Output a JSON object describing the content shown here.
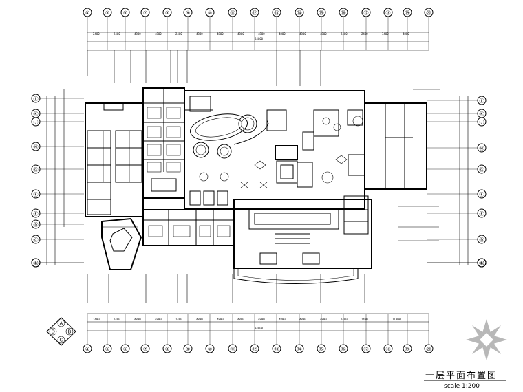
{
  "drawing": {
    "title": "一层平面布置图",
    "scale": "scale 1:200"
  },
  "grid": {
    "col_labels": [
      "④",
      "⑤",
      "⑥",
      "⑦",
      "⑧",
      "⑨",
      "⑩",
      "⑪",
      "⑫",
      "⑬",
      "⑭",
      "⑮",
      "⑯",
      "⑰",
      "⑱",
      "⑲",
      "⑳"
    ],
    "left_row_labels": [
      "Ⓛ",
      "Ⓚ",
      "Ⓙ",
      "Ⓗ",
      "Ⓖ",
      "Ⓕ",
      "Ⓔ",
      "Ⓓ",
      "Ⓒ",
      "Ⓑ",
      "Ⓐ"
    ],
    "right_row_labels": [
      "Ⓛ",
      "Ⓚ",
      "Ⓙ",
      "Ⓗ",
      "Ⓖ",
      "Ⓕ",
      "Ⓔ",
      "Ⓓ",
      "Ⓒ",
      "Ⓑ",
      "Ⓐ"
    ]
  },
  "compass": {
    "letters": [
      "A",
      "B",
      "C",
      "D"
    ]
  }
}
